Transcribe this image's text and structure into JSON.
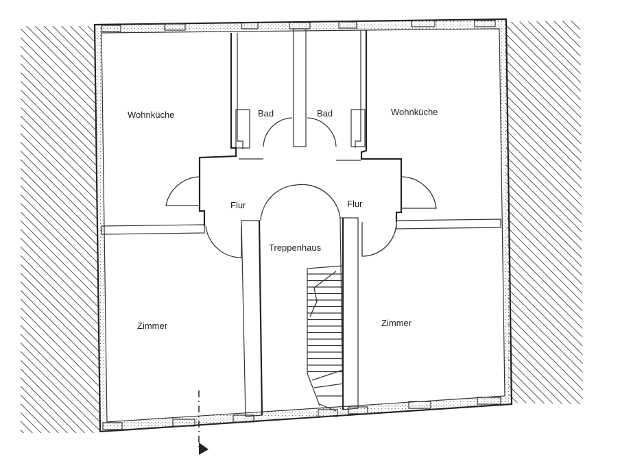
{
  "plan": {
    "rooms": [
      {
        "key": "wohnkueche_left",
        "label": "Wohnküche"
      },
      {
        "key": "bad_left",
        "label": "Bad"
      },
      {
        "key": "bad_right",
        "label": "Bad"
      },
      {
        "key": "wohnkueche_right",
        "label": "Wohnküche"
      },
      {
        "key": "flur_left",
        "label": "Flur"
      },
      {
        "key": "flur_right",
        "label": "Flur"
      },
      {
        "key": "treppenhaus",
        "label": "Treppenhaus"
      },
      {
        "key": "zimmer_left",
        "label": "Zimmer"
      },
      {
        "key": "zimmer_right",
        "label": "Zimmer"
      }
    ],
    "colors": {
      "line": "#222222",
      "hatch": "#555555",
      "background": "#ffffff"
    }
  }
}
